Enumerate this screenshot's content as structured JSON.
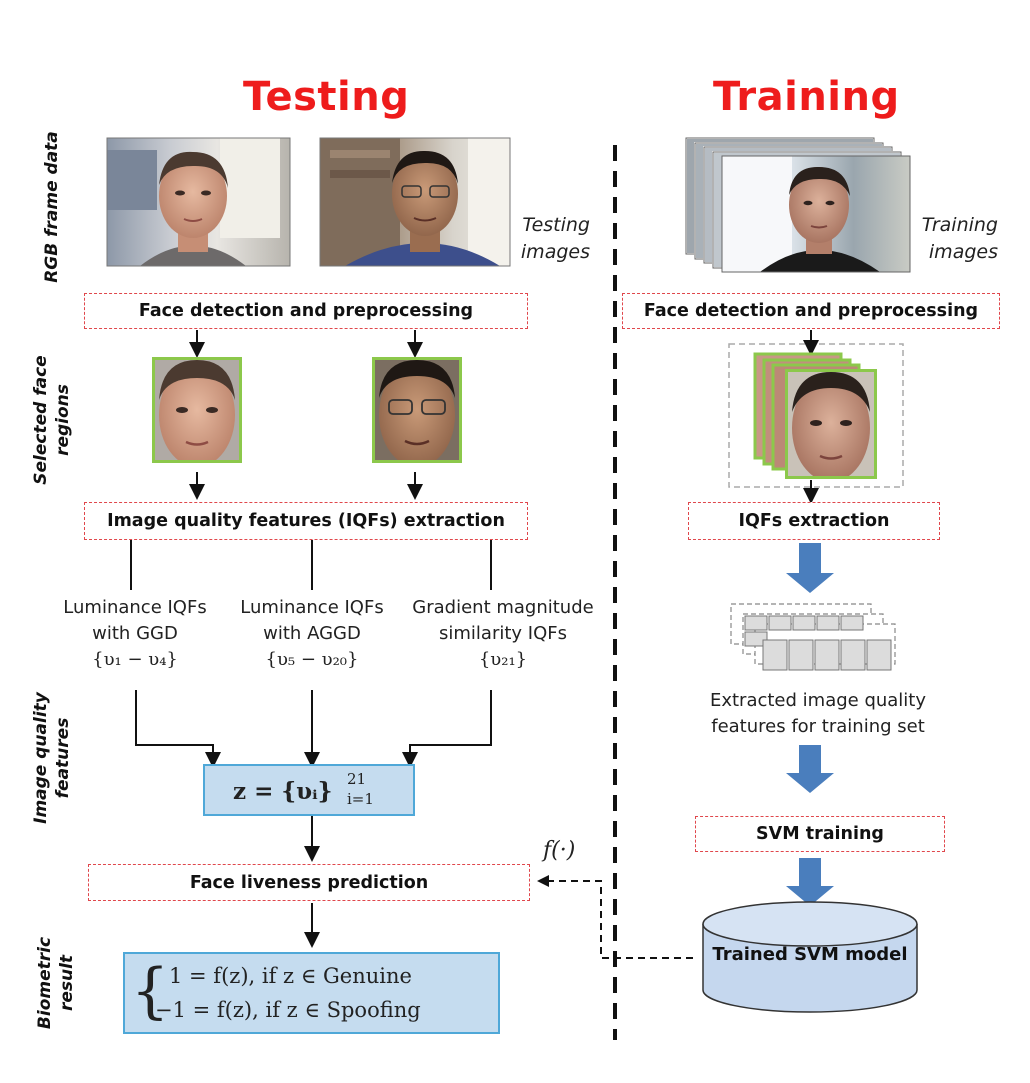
{
  "testing": {
    "title": "Testing",
    "testing_images_caption": [
      "Testing",
      "images"
    ],
    "face_detection_label": "Face detection and preprocessing",
    "iqf_extraction_label": "Image quality features (IQFs) extraction",
    "features": [
      {
        "line1": "Luminance IQFs",
        "line2": "with GGD",
        "set": "{υ₁ − υ₄}"
      },
      {
        "line1": "Luminance IQFs",
        "line2": "with AGGD",
        "set": "{υ₅ − υ₂₀}"
      },
      {
        "line1": "Gradient magnitude",
        "line2": "similarity IQFs",
        "set": "{υ₂₁}"
      }
    ],
    "z_formula": "z = {υᵢ}",
    "z_sup": "21",
    "z_sub": "i=1",
    "liveness_label": "Face liveness prediction",
    "result_line1": "1 = f(z), if z ∈ Genuine",
    "result_line2": "−1 = f(z), if z ∈ Spoofing"
  },
  "training": {
    "title": "Training",
    "training_images_caption": [
      "Training",
      "images"
    ],
    "face_detection_label": "Face detection and preprocessing",
    "iqf_extraction_label": "IQFs extraction",
    "extracted_caption": [
      "Extracted image quality",
      "features for training set"
    ],
    "svm_training_label": "SVM training",
    "model_label": "Trained SVM model",
    "f_label": "f(·)"
  },
  "side_labels": {
    "rgb": "RGB frame data",
    "selected": [
      "Selected face",
      "regions"
    ],
    "iqf": [
      "Image quality",
      "features"
    ],
    "biometric": [
      "Biometric",
      "result"
    ]
  },
  "colors": {
    "title_red": "#ee1c1c",
    "dash_red": "#e0474c",
    "blue_fill": "#c5dcef",
    "blue_border": "#4fa8d8",
    "arrow_blue": "#4a7ebd",
    "green_border": "#8cc84b",
    "cylinder_fill": "#c5d7ee"
  }
}
